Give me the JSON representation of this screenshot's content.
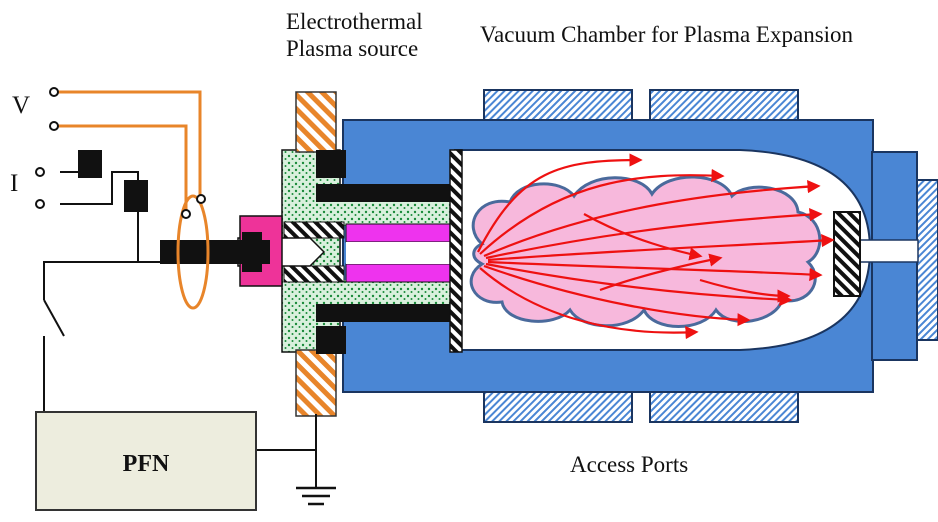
{
  "labels": {
    "source_line1": "Electrothermal",
    "source_line2": "Plasma source",
    "chamber": "Vacuum Chamber for Plasma Expansion",
    "ports": "Access Ports",
    "voltage": "V",
    "current": "I",
    "pfn": "PFN"
  },
  "colors": {
    "chamber_blue": "#4a86d4",
    "orange_wire": "#e8852a",
    "plasma_pink": "#f7b8dc",
    "plume_outline": "#4a6a9c",
    "flow_arrows": "#ee1111",
    "capillary_magenta": "#ee33ee",
    "nozzle_pink": "#ee3399",
    "insulator_green": "#1a8a3a",
    "pfn_fill": "#ededde"
  }
}
